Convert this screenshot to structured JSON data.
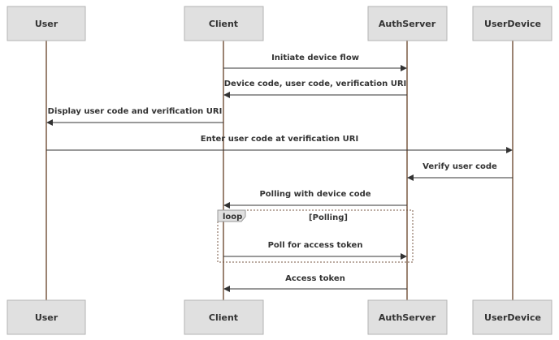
{
  "actors": [
    {
      "id": "user",
      "label": "User"
    },
    {
      "id": "client",
      "label": "Client"
    },
    {
      "id": "authserver",
      "label": "AuthServer"
    },
    {
      "id": "userdevice",
      "label": "UserDevice"
    }
  ],
  "messages": [
    {
      "from": "client",
      "to": "authserver",
      "label": "Initiate device flow"
    },
    {
      "from": "authserver",
      "to": "client",
      "label": "Device code, user code, verification URI"
    },
    {
      "from": "client",
      "to": "user",
      "label": "Display user code and verification URI"
    },
    {
      "from": "user",
      "to": "userdevice",
      "label": "Enter user code at verification URI"
    },
    {
      "from": "userdevice",
      "to": "authserver",
      "label": "Verify user code"
    },
    {
      "from": "authserver",
      "to": "client",
      "label": "Polling with device code"
    },
    {
      "from": "client",
      "to": "authserver",
      "label": "Poll for access token"
    },
    {
      "from": "authserver",
      "to": "client",
      "label": "Access token"
    }
  ],
  "loop": {
    "tag": "loop",
    "condition": "[Polling]"
  }
}
